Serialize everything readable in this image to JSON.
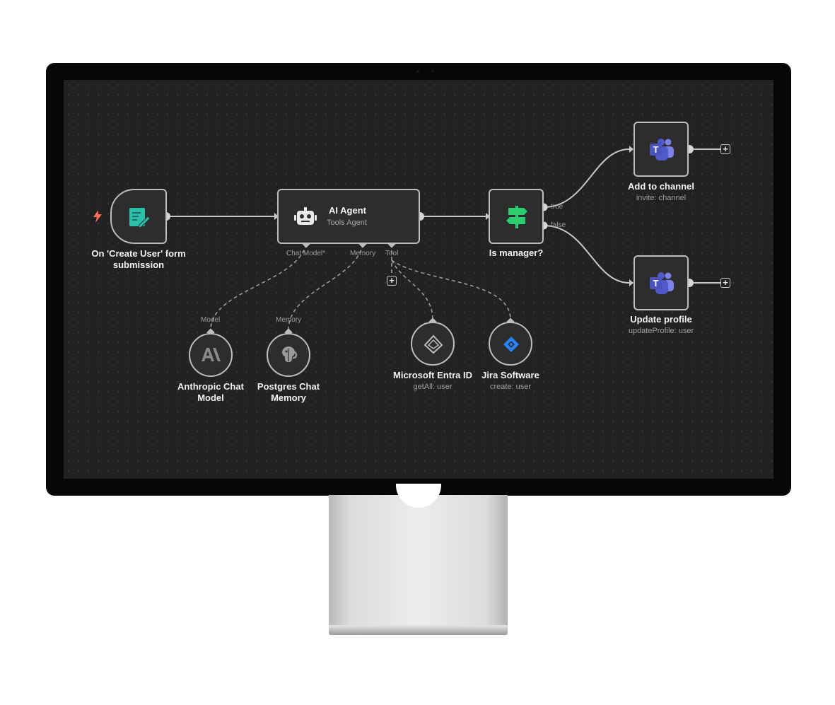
{
  "workflow": {
    "trigger": {
      "title": "On 'Create User' form submission"
    },
    "agent": {
      "title": "AI Agent",
      "subtitle": "Tools Agent"
    },
    "agent_ports": {
      "chat_model": "Chat Model*",
      "memory": "Memory",
      "tool": "Tool"
    },
    "switch": {
      "title": "Is manager?",
      "true_label": "true",
      "false_label": "false"
    },
    "teams_add": {
      "title": "Add to channel",
      "subtitle": "invite: channel"
    },
    "teams_update": {
      "title": "Update profile",
      "subtitle": "updateProfile: user"
    },
    "model": {
      "port_label": "Model",
      "title": "Anthropic Chat Model"
    },
    "memory": {
      "port_label": "Memory",
      "title": "Postgres Chat Memory"
    },
    "entra": {
      "title": "Microsoft Entra ID",
      "subtitle": "getAll: user"
    },
    "jira": {
      "title": "Jira Software",
      "subtitle": "create: user"
    },
    "plus_symbol": "+"
  },
  "icons": {
    "trigger_icon": "form-icon",
    "trigger_bolt": "lightning-icon",
    "agent_icon": "robot-icon",
    "switch_icon": "signpost-icon",
    "teams_icon": "microsoft-teams-icon",
    "model_icon": "anthropic-icon",
    "memory_icon": "postgres-icon",
    "entra_icon": "entra-id-icon",
    "jira_icon": "jira-icon"
  },
  "colors": {
    "canvas": "#222222",
    "node_bg": "#2d2d2d",
    "node_border": "#bdbdbd",
    "trigger_accent": "#2cbfa8",
    "bolt": "#ff6d5a",
    "switch_accent": "#2ecc71",
    "teams": "#5059c9",
    "jira": "#2684ff"
  }
}
